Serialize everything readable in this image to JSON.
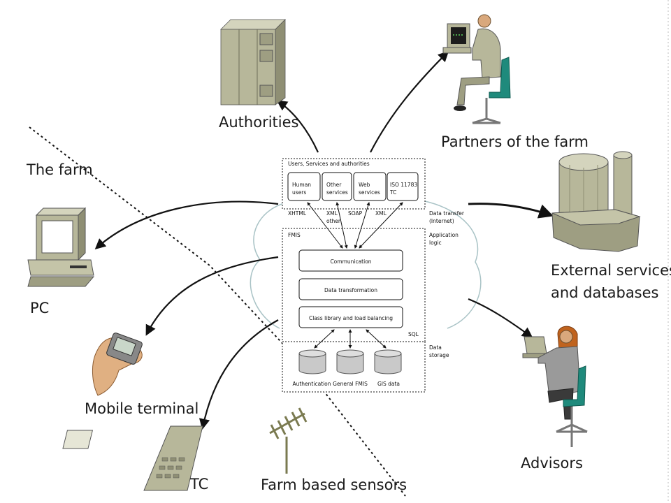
{
  "labels": {
    "authorities": "Authorities",
    "partners": "Partners of the farm",
    "the_farm": "The farm",
    "external": [
      "External services",
      "and databases"
    ],
    "pc": "PC",
    "mobile": "Mobile terminal",
    "tc": "TC",
    "sensors": "Farm based sensors",
    "advisors": "Advisors"
  },
  "fmis_box": {
    "users_title": "Users, Services and authorities",
    "users": [
      [
        "Human",
        "users"
      ],
      [
        "Other",
        "services"
      ],
      [
        "Web",
        "services"
      ],
      [
        "ISO 11783",
        "TC"
      ]
    ],
    "protocols": {
      "xhtml": "XHTML",
      "xml_other": [
        "XML",
        "other"
      ],
      "soap": "SOAP",
      "xml": "XML"
    },
    "fmis_title": "FMIS",
    "layers": [
      "Communication",
      "Data transformation",
      "Class library and load balancing"
    ],
    "sql": "SQL",
    "databases": [
      "Authentication",
      "General FMIS",
      "GIS data"
    ]
  },
  "side_notes": {
    "data_transfer": [
      "Data transfer",
      "(Internet)"
    ],
    "application_logic": [
      "Application",
      "logic"
    ],
    "data_storage": [
      "Data",
      "storage"
    ]
  },
  "colors": {
    "equipment": "#b7b79a",
    "equipment_dark": "#8f8f74",
    "chair": "#1f8a7c",
    "cloud": "#a9c3c6"
  }
}
